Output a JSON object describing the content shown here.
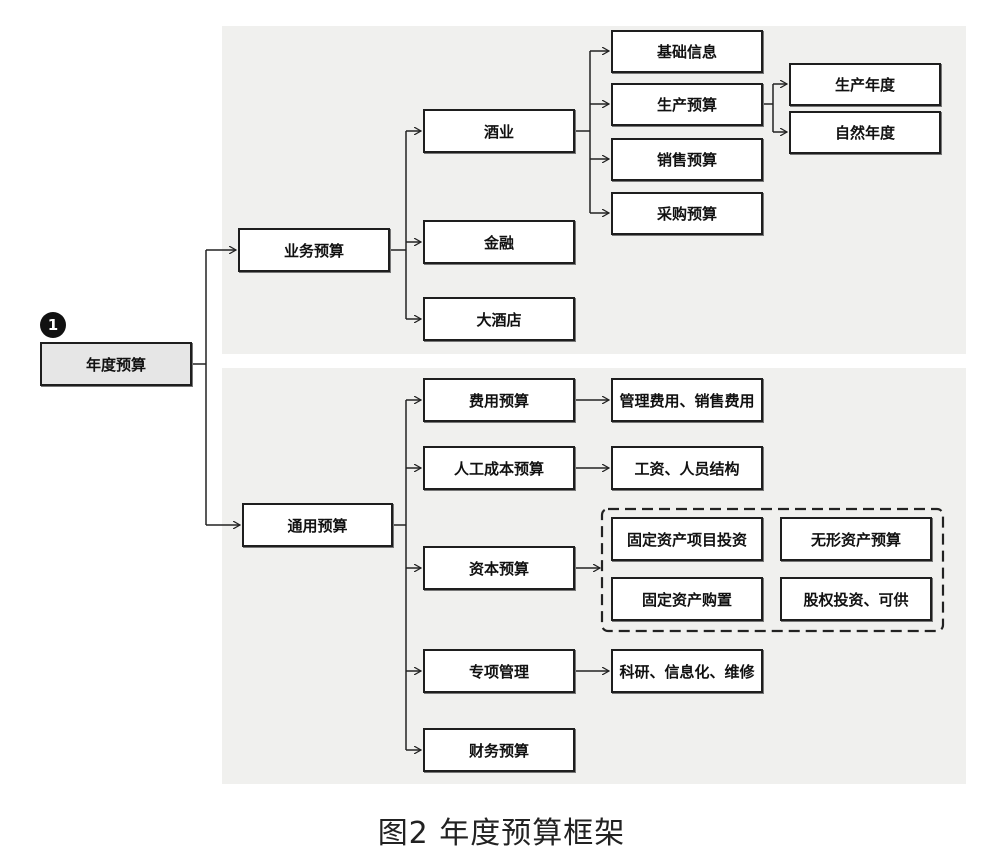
{
  "badge": "1",
  "root": "年度预算",
  "business": {
    "label": "业务预算",
    "liquor": {
      "label": "酒业",
      "basic_info": "基础信息",
      "production_budget": "生产预算",
      "production_years": [
        "生产年度",
        "自然年度"
      ],
      "sales_budget": "销售预算",
      "purchase_budget": "采购预算"
    },
    "finance": "金融",
    "hotel": "大酒店"
  },
  "general": {
    "label": "通用预算",
    "expense": {
      "label": "费用预算",
      "detail": "管理费用、销售费用"
    },
    "labor": {
      "label": "人工成本预算",
      "detail": "工资、人员结构"
    },
    "capital": {
      "label": "资本预算",
      "items": [
        "固定资产项目投资",
        "无形资产预算",
        "固定资产购置",
        "股权投资、可供"
      ]
    },
    "special": {
      "label": "专项管理",
      "detail": "科研、信息化、维修"
    },
    "financial": {
      "label": "财务预算"
    }
  },
  "caption": "图2  年度预算框架"
}
